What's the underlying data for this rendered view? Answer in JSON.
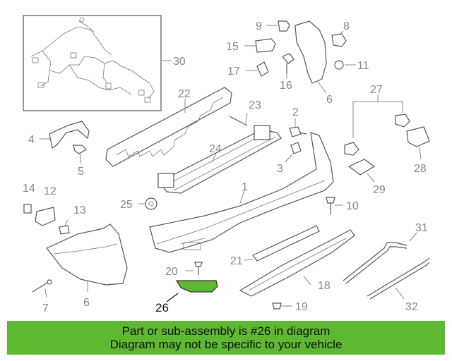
{
  "diagram": {
    "callouts": [
      {
        "key": "c30",
        "label": "30"
      },
      {
        "key": "c9",
        "label": "9"
      },
      {
        "key": "c8",
        "label": "8"
      },
      {
        "key": "c15",
        "label": "15"
      },
      {
        "key": "c17",
        "label": "17"
      },
      {
        "key": "c16",
        "label": "16"
      },
      {
        "key": "c11",
        "label": "11"
      },
      {
        "key": "c6a",
        "label": "6"
      },
      {
        "key": "c22",
        "label": "22"
      },
      {
        "key": "c23",
        "label": "23"
      },
      {
        "key": "c2",
        "label": "2"
      },
      {
        "key": "c27",
        "label": "27"
      },
      {
        "key": "c4",
        "label": "4"
      },
      {
        "key": "c5",
        "label": "5"
      },
      {
        "key": "c24",
        "label": "24"
      },
      {
        "key": "c3",
        "label": "3"
      },
      {
        "key": "c28",
        "label": "28"
      },
      {
        "key": "c29",
        "label": "29"
      },
      {
        "key": "c14",
        "label": "14"
      },
      {
        "key": "c12",
        "label": "12"
      },
      {
        "key": "c1",
        "label": "1"
      },
      {
        "key": "c25",
        "label": "25"
      },
      {
        "key": "c10",
        "label": "10"
      },
      {
        "key": "c13",
        "label": "13"
      },
      {
        "key": "c31",
        "label": "31"
      },
      {
        "key": "c21",
        "label": "21"
      },
      {
        "key": "c20",
        "label": "20"
      },
      {
        "key": "c18",
        "label": "18"
      },
      {
        "key": "c7",
        "label": "7"
      },
      {
        "key": "c6b",
        "label": "6"
      },
      {
        "key": "c26",
        "label": "26"
      },
      {
        "key": "c19",
        "label": "19"
      },
      {
        "key": "c32",
        "label": "32"
      }
    ],
    "highlighted_part": "26",
    "highlight_color": "#5fb832",
    "text_color": "#888888"
  },
  "banner": {
    "line1": "Part or sub-assembly is #26 in diagram",
    "line2": "Diagram may not be specific to your vehicle",
    "background": "#5fb832"
  }
}
